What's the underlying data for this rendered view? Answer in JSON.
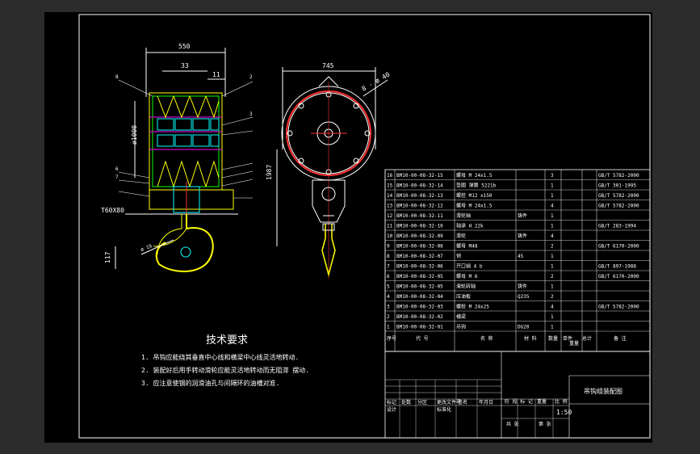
{
  "drawing": {
    "title": "吊钩组装配图",
    "scale": "1:50"
  },
  "dimensions": {
    "left_width": "550",
    "left_inner": "33",
    "left_pitch": "11",
    "left_dia": "ø1000",
    "left_bar": "T60X80",
    "left_117": "117",
    "left_hook_dia": "ø 19",
    "right_width": "745",
    "right_holes": "8 - ø 40",
    "right_height": "1987"
  },
  "tech": {
    "title": "技术要求",
    "lines": [
      "1. 吊钩应能绕其垂直中心线和横梁中心线灵活地转动.",
      "2. 装配好后用手转动滑轮应能灵活地转动而无阻滞 摆动.",
      "3. 应注意使钢的润滑油孔与间隔环的油槽对准."
    ]
  },
  "bom": {
    "headers": {
      "no": "序号",
      "code": "代 号",
      "name": "名 称",
      "qty": "数量",
      "material": "材 料",
      "unit_weight": "单件",
      "total_weight": "总计",
      "weight": "重量",
      "remark": "备 注"
    },
    "rows": [
      {
        "no": "16",
        "code": "BM10-00-08-32-15",
        "name": "螺母 M 24x1.5",
        "material": "",
        "qty": "3",
        "std": "GB/T 5782-2000"
      },
      {
        "no": "15",
        "code": "BM10-00-08-32-14",
        "name": "垫圈 弹簧 5221b",
        "material": "",
        "qty": "1",
        "std": "GB/T 301-1995"
      },
      {
        "no": "14",
        "code": "BM10-00-08-32-13",
        "name": "螺栓 M12 x150",
        "material": "",
        "qty": "1",
        "std": "GB/T 5782-2000"
      },
      {
        "no": "13",
        "code": "BM10-00-08-32-12",
        "name": "螺母 M 24x1.5",
        "material": "",
        "qty": "4",
        "std": "GB/T 5782-2000"
      },
      {
        "no": "12",
        "code": "BM10-00-08-32-11",
        "name": "滑轮轴",
        "material": "铸件",
        "qty": "1",
        "std": ""
      },
      {
        "no": "11",
        "code": "BM10-00-08-32-10",
        "name": "轴承 H 22k",
        "material": "",
        "qty": "1",
        "std": "GB/T 283-1994"
      },
      {
        "no": "10",
        "code": "BM10-00-08-32-09",
        "name": "滑轮",
        "material": "铸件",
        "qty": "4",
        "std": ""
      },
      {
        "no": "9",
        "code": "BM10-00-08-32-08",
        "name": "螺母 M48",
        "material": "",
        "qty": "2",
        "std": "GB/T 6170-2000"
      },
      {
        "no": "8",
        "code": "BM10-00-08-32-07",
        "name": "销",
        "material": "45",
        "qty": "1",
        "std": ""
      },
      {
        "no": "7",
        "code": "BM10-00-08-32-06",
        "name": "开口销 4 b",
        "material": "",
        "qty": "1",
        "std": "GB/T 897-1988"
      },
      {
        "no": "6",
        "code": "BM10-00-08-32-05",
        "name": "螺母 M 6",
        "material": "",
        "qty": "2",
        "std": "GB/T 6170-2000"
      },
      {
        "no": "5",
        "code": "BM10-00-08-32-05",
        "name": "滑轮转轴",
        "material": "铸件",
        "qty": "1",
        "std": ""
      },
      {
        "no": "4",
        "code": "BM10-00-08-32-04",
        "name": "压油板",
        "material": "Q235",
        "qty": "2",
        "std": ""
      },
      {
        "no": "3",
        "code": "BM10-00-08-32-03",
        "name": "螺栓 M 24x25",
        "material": "",
        "qty": "4",
        "std": "GB/T 5782-2000"
      },
      {
        "no": "2",
        "code": "BM10-00-08-32-02",
        "name": "横梁",
        "material": "",
        "qty": "1",
        "std": ""
      },
      {
        "no": "1",
        "code": "BM10-00-08-32-01",
        "name": "吊钩",
        "material": "DG20",
        "qty": "1",
        "std": ""
      }
    ]
  },
  "title_block": {
    "row_labels_a": [
      "标记",
      "处数",
      "分区",
      "更改文件号",
      "签名",
      "年月日"
    ],
    "row_labels_b": [
      "设计",
      "",
      "",
      "标准化",
      "",
      ""
    ],
    "stage_labels": [
      "阶 段 标 记",
      "重量",
      "比 例"
    ],
    "sheet_labels": [
      "共 张",
      "第 张"
    ]
  },
  "leaders": {
    "a": "8",
    "b": "2",
    "c": "3",
    "d": "6",
    "e": "7"
  }
}
